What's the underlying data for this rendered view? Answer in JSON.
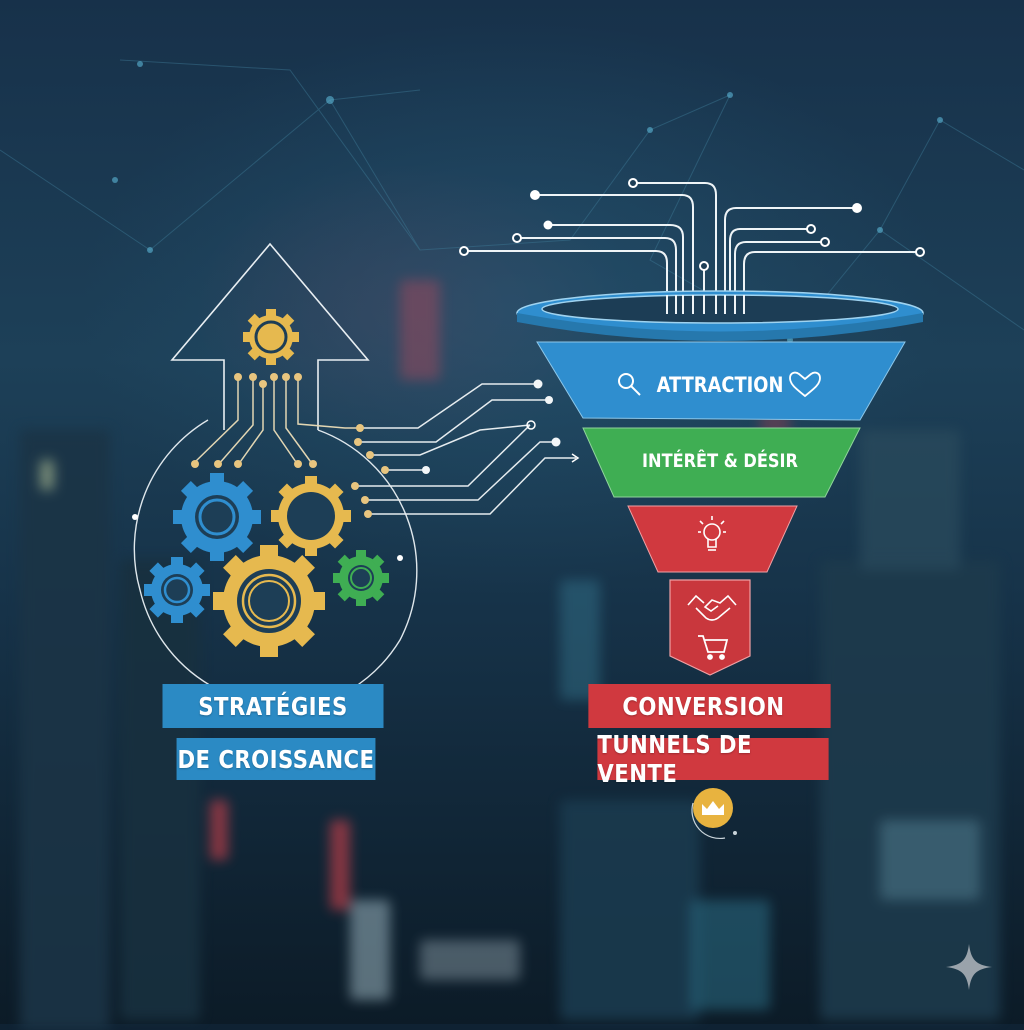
{
  "left_section": {
    "title_line1": "STRATÉGIES",
    "title_line2": "DE CROISSANCE",
    "banner_color": "#2b8ac4",
    "icons": [
      "growth-arrow-icon",
      "gear-icon",
      "circuit-lines-icon"
    ]
  },
  "funnel": {
    "stages": [
      {
        "label": "ATTRACTION",
        "color": "#2f8ecf",
        "icons": [
          "search-icon",
          "heart-icon"
        ]
      },
      {
        "label": "INTÉRÊT & DÉSIR",
        "color": "#3fae53",
        "icons": []
      },
      {
        "label": "",
        "color": "#d0393f",
        "icons": [
          "lightbulb-icon"
        ]
      },
      {
        "label": "",
        "color": "#c9373d",
        "icons": [
          "handshake-icon",
          "shopping-cart-icon"
        ]
      }
    ]
  },
  "right_section": {
    "title_line1": "CONVERSION",
    "title_line2": "TUNNELS DE VENTE",
    "banner_color": "#d0393f",
    "badge_icon": "crown-icon",
    "badge_color": "#e8b33f"
  },
  "colors": {
    "background": "#17314a",
    "gold": "#e6b94f",
    "blue": "#2b8ac4",
    "green": "#3fae53",
    "red": "#d0393f"
  }
}
